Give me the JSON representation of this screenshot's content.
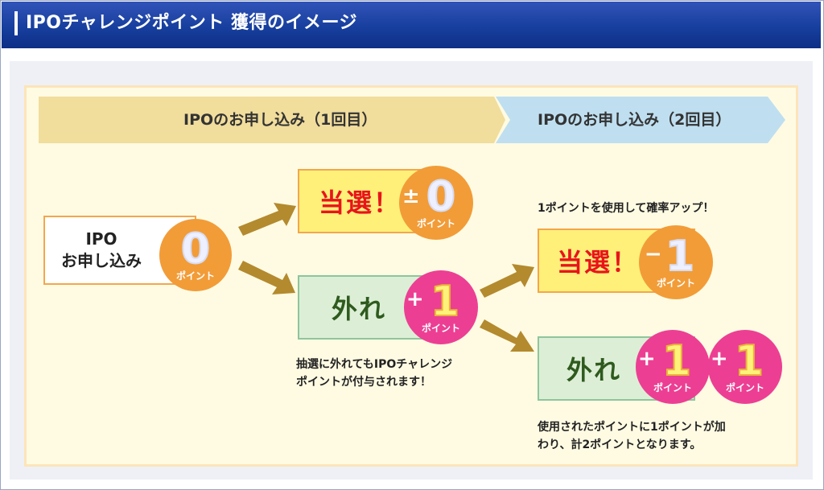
{
  "header": {
    "title": "IPOチャレンジポイント 獲得のイメージ"
  },
  "steps": {
    "first": "IPOのお申し込み（1回目）",
    "second": "IPOのお申し込み（2回目）"
  },
  "start": {
    "line1": "IPO",
    "line2": "お申し込み",
    "badge_value": "0",
    "badge_unit": "ポイント"
  },
  "first_win": {
    "label": "当選！",
    "badge_sign": "±",
    "badge_value": "0",
    "badge_unit": "ポイント"
  },
  "first_lose": {
    "label": "外れ",
    "badge_sign": "+",
    "badge_value": "1",
    "badge_unit": "ポイント"
  },
  "first_lose_note": {
    "line1": "抽選に外れてもIPOチャレンジ",
    "line2": "ポイントが付与されます！"
  },
  "second_win_note": "1ポイントを使用して確率アップ！",
  "second_win": {
    "label": "当選！",
    "badge_sign": "−",
    "badge_value": "1",
    "badge_unit": "ポイント"
  },
  "second_lose": {
    "label": "外れ",
    "badge1_sign": "+",
    "badge1_value": "1",
    "badge1_unit": "ポイント",
    "badge2_sign": "+",
    "badge2_value": "1",
    "badge2_unit": "ポイント"
  },
  "second_lose_note": {
    "line1": "使用されたポイントに1ポイントが加",
    "line2": "わり、計2ポイントとなります。"
  },
  "colors": {
    "header_blue": "#173f9e",
    "badge_orange": "#f29c38",
    "badge_pink": "#ec3f93",
    "win_red": "#e8141b",
    "lose_green": "#2f5a1e",
    "arrow": "#b38a2e"
  }
}
